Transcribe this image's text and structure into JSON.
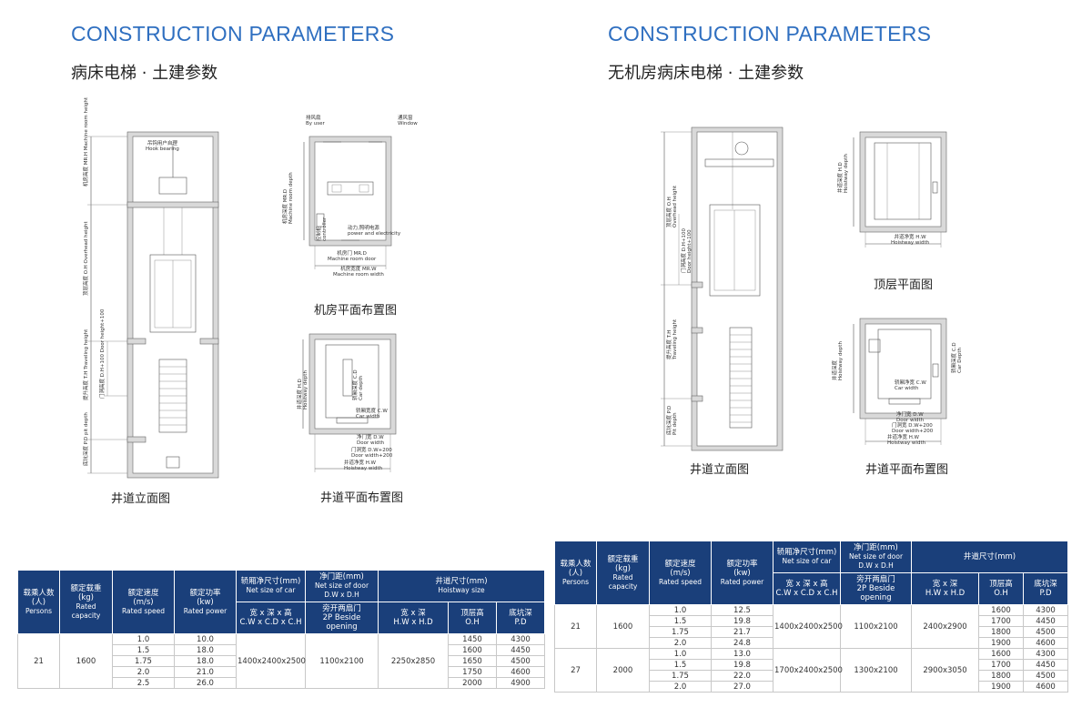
{
  "left": {
    "en_title": "CONSTRUCTION PARAMETERS",
    "cn_title": "病床电梯 · 土建参数",
    "captions": {
      "elevation": "井道立面图",
      "machine_room": "机房平面布置图",
      "hoistway_plan": "井道平面布置图"
    },
    "elevation_labels": {
      "hook": "吊钩用户自理",
      "hook_en": "Hook bearing",
      "mr_h": "机房高度 MR.H",
      "mr_h_en": "Machine room height",
      "oh": "顶层高度 O.H",
      "oh_en": "Overhead height",
      "th": "提升高度 T.H",
      "th_en": "Traveling height",
      "door_h": "门洞高度 D.H+100",
      "door_h_en": "Door height+100",
      "pd": "底坑深度 P.D",
      "pd_en": "pit depth"
    },
    "mr_labels": {
      "vent": "排风扇",
      "vent_en": "By user",
      "window": "通风窗",
      "window_en": "Window",
      "mr_d": "机房深度 MR.D",
      "mr_d_en": "Machine room depth",
      "ctrl": "控制柜",
      "ctrl_en": "controller",
      "power": "动力,照明电源",
      "power_en": "power and electricity",
      "door": "机房门 MR.D",
      "door_en": "Machine room door",
      "mr_w": "机房宽度 MR.W",
      "mr_w_en": "Machine room width"
    },
    "plan_labels": {
      "hd": "井道深度 H.D",
      "hd_en": "Hoistway depth",
      "cd": "轿厢深度 C.D",
      "cd_en": "Car depth",
      "cw": "轿厢宽度 C.W",
      "cw_en": "Car width",
      "dw": "净门宽 D.W",
      "dw_en": "Door width",
      "dw200": "门洞宽 D.W+200",
      "dw200_en": "Door width+200",
      "hw": "井道净宽 H.W",
      "hw_en": "Hoistway width"
    },
    "table": {
      "headers": {
        "persons": "载乘人数\n(人)",
        "persons_en": "Persons",
        "capacity": "额定载重\n(kg)",
        "capacity_en": "Rated capacity",
        "speed": "额定速度\n(m/s)",
        "speed_en": "Rated speed",
        "power": "额定功率\n(kw)",
        "power_en": "Rated power",
        "car": "轿厢净尺寸(mm)",
        "car_en": "Net size of car",
        "car_sub": "宽 x 深 x 高\nC.W x C.D x C.H",
        "door": "净门距(mm)",
        "door_en": "Net size of door\nD.W x D.H",
        "door_sub": "旁开两扇门\n2P Beside opening",
        "hoist": "井道尺寸(mm)",
        "hoist_en": "Hoistway size",
        "hoist_wd": "宽 x 深\nH.W x H.D",
        "hoist_oh": "顶层高\nO.H",
        "hoist_pd": "底坑深\nP.D"
      },
      "persons": "21",
      "capacity": "1600",
      "car": "1400x2400x2500",
      "door": "1100x2100",
      "hoist": "2250x2850",
      "rows": [
        {
          "speed": "1.0",
          "power": "10.0",
          "oh": "1450",
          "pd": "4300"
        },
        {
          "speed": "1.5",
          "power": "18.0",
          "oh": "1600",
          "pd": "4450"
        },
        {
          "speed": "1.75",
          "power": "18.0",
          "oh": "1650",
          "pd": "4500"
        },
        {
          "speed": "2.0",
          "power": "21.0",
          "oh": "1750",
          "pd": "4600"
        },
        {
          "speed": "2.5",
          "power": "26.0",
          "oh": "2000",
          "pd": "4900"
        }
      ]
    }
  },
  "right": {
    "en_title": "CONSTRUCTION PARAMETERS",
    "cn_title": "无机房病床电梯 · 土建参数",
    "captions": {
      "elevation": "井道立面图",
      "top_plan": "顶层平面图",
      "hoistway_plan": "井道平面布置图"
    },
    "elevation_labels": {
      "oh": "顶层高度 O.H",
      "oh_en": "Overhead height",
      "door_h": "门洞高度 D.H+100",
      "door_h_en": "Door height+100",
      "th": "提升高度 T.H",
      "th_en": "Traveling height",
      "pd": "底坑深度 P.D",
      "pd_en": "Pit depth"
    },
    "top_labels": {
      "hd": "井道深度 H.D",
      "hd_en": "Hoistway depth",
      "hw": "井道净宽 H.W",
      "hw_en": "Hoistway width"
    },
    "plan_labels": {
      "hd": "井道深度",
      "hd_en": "Hoistway depth",
      "cd": "轿厢深度 C.D",
      "cd_en": "Car Depth",
      "cw": "轿厢净宽 C.W",
      "cw_en": "Car width",
      "dw": "净门宽 D.W",
      "dw_en": "Door width",
      "dw200": "门洞宽 D.W+200",
      "dw200_en": "Door width+200",
      "hw": "井道净宽 H.W",
      "hw_en": "Hoistway width"
    },
    "table": {
      "headers": {
        "persons": "载乘人数\n(人)",
        "persons_en": "Persons",
        "capacity": "额定载重\n(kg)",
        "capacity_en": "Rated capacity",
        "speed": "额定速度\n(m/s)",
        "speed_en": "Rated speed",
        "power": "额定功率\n(kw)",
        "power_en": "Rated power",
        "car": "轿厢净尺寸(mm)",
        "car_en": "Net size of car",
        "car_sub": "宽 x 深 x 高\nC.W x C.D x C.H",
        "door": "净门距(mm)",
        "door_en": "Net size of door\nD.W x D.H",
        "door_sub": "旁开两扇门\n2P Beside opening",
        "hoist": "井道尺寸(mm)",
        "hoist_wd": "宽 x 深\nH.W x H.D",
        "hoist_oh": "顶层高\nO.H",
        "hoist_pd": "底坑深\nP.D"
      },
      "groups": [
        {
          "persons": "21",
          "capacity": "1600",
          "car": "1400x2400x2500",
          "door": "1100x2100",
          "hoist": "2400x2900",
          "rows": [
            {
              "speed": "1.0",
              "power": "12.5",
              "oh": "1600",
              "pd": "4300"
            },
            {
              "speed": "1.5",
              "power": "19.8",
              "oh": "1700",
              "pd": "4450"
            },
            {
              "speed": "1.75",
              "power": "21.7",
              "oh": "1800",
              "pd": "4500"
            },
            {
              "speed": "2.0",
              "power": "24.8",
              "oh": "1900",
              "pd": "4600"
            }
          ]
        },
        {
          "persons": "27",
          "capacity": "2000",
          "car": "1700x2400x2500",
          "door": "1300x2100",
          "hoist": "2900x3050",
          "rows": [
            {
              "speed": "1.0",
              "power": "13.0",
              "oh": "1600",
              "pd": "4300"
            },
            {
              "speed": "1.5",
              "power": "19.8",
              "oh": "1700",
              "pd": "4450"
            },
            {
              "speed": "1.75",
              "power": "22.0",
              "oh": "1800",
              "pd": "4500"
            },
            {
              "speed": "2.0",
              "power": "27.0",
              "oh": "1900",
              "pd": "4600"
            }
          ]
        }
      ]
    }
  }
}
